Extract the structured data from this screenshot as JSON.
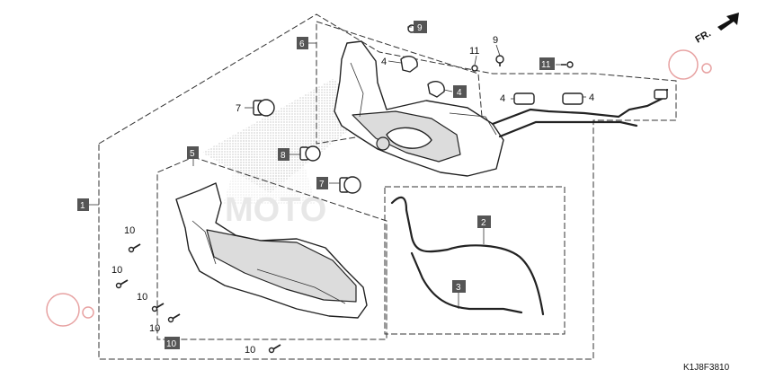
{
  "diagram": {
    "direction_label": "FR.",
    "drawing_code": "K1J8F3810",
    "watermark_text": "MOTO",
    "labels": {
      "boxed_1": "1",
      "boxed_2": "2",
      "boxed_3": "3",
      "boxed_4": "4",
      "boxed_5": "5",
      "boxed_6": "6",
      "boxed_7": "7",
      "boxed_8": "8",
      "boxed_9": "9",
      "boxed_10": "10",
      "boxed_11": "11",
      "plain_4a": "4",
      "plain_4b": "4",
      "plain_4c": "4",
      "plain_7": "7",
      "plain_9": "9",
      "plain_11": "11",
      "plain_10a": "10",
      "plain_10b": "10",
      "plain_10c": "10",
      "plain_10d": "10",
      "plain_10e": "10"
    }
  }
}
